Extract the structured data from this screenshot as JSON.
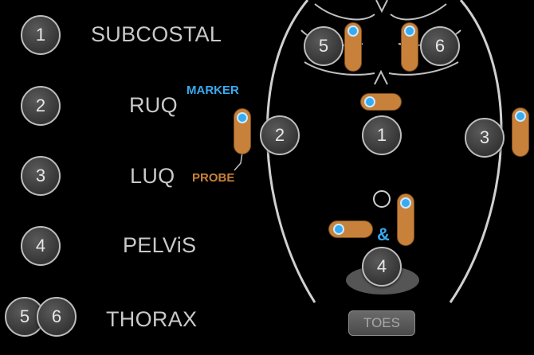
{
  "legend": [
    {
      "number": "1",
      "label": "SUBCOSTAL"
    },
    {
      "number": "2",
      "label": "RUQ"
    },
    {
      "number": "3",
      "label": "LUQ"
    },
    {
      "number": "4",
      "label": "PELViS"
    },
    {
      "number_a": "5",
      "number_b": "6",
      "label": "THORAX"
    }
  ],
  "key": {
    "marker_label": "MARKER",
    "probe_label": "PROBE",
    "marker_color": "#38aaf0",
    "probe_color": "#c8813a"
  },
  "diagram": {
    "zones": {
      "z1": "1",
      "z2": "2",
      "z3": "3",
      "z4": "4",
      "z5": "5",
      "z6": "6"
    },
    "ampersand": "&",
    "toes_button": "TOES"
  }
}
